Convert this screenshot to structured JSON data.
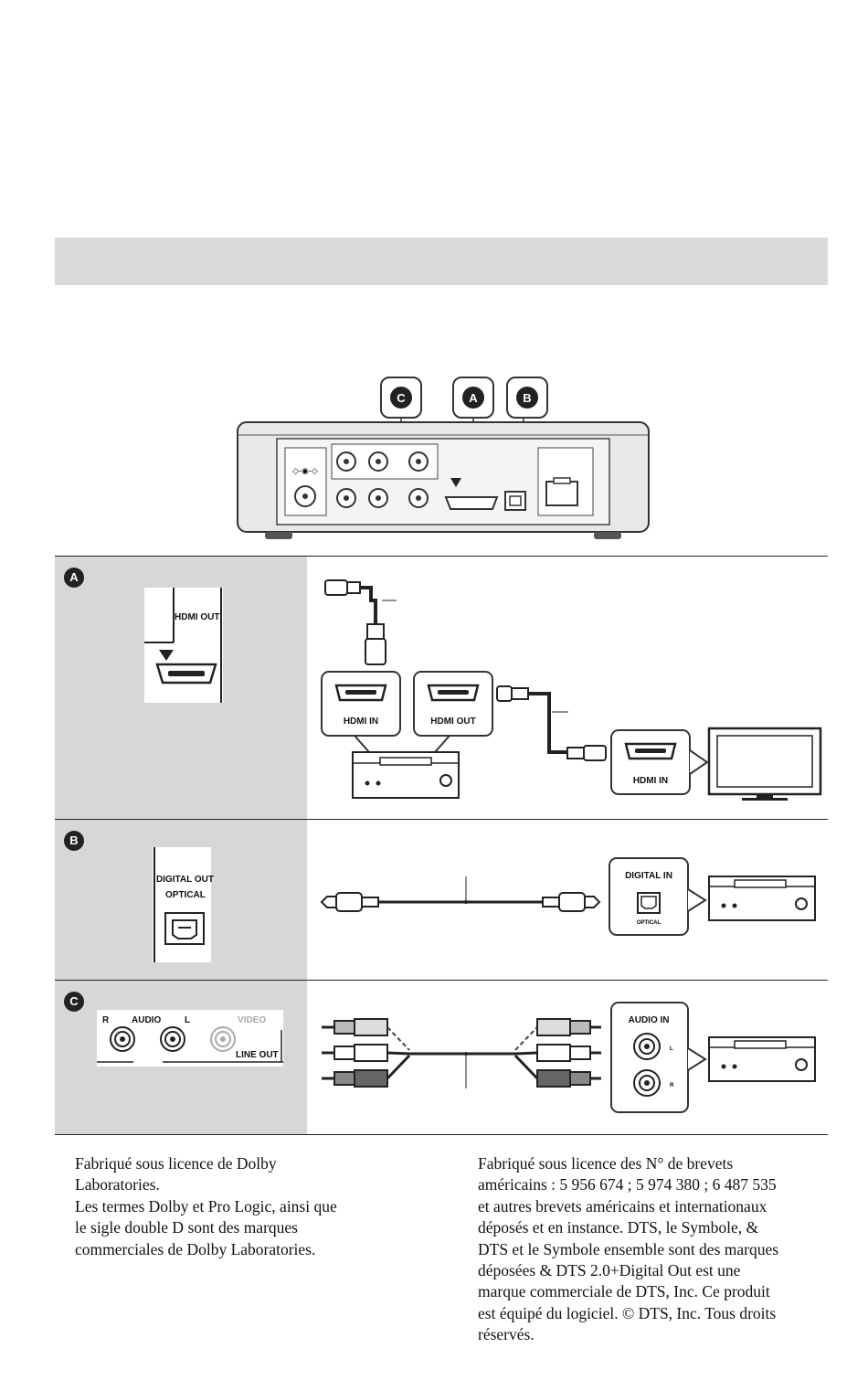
{
  "callouts": {
    "a": "A",
    "b": "B",
    "c": "C"
  },
  "panel_a": {
    "badge": "A",
    "player_port_label": "HDMI OUT",
    "avr_in_label": "HDMI IN",
    "avr_out_label": "HDMI OUT",
    "tv_in_label": "HDMI IN"
  },
  "panel_b": {
    "badge": "B",
    "player_port_label_line1": "DIGITAL OUT",
    "player_port_label_line2": "OPTICAL",
    "avr_in_label": "DIGITAL IN",
    "avr_in_sublabel": "OPTICAL"
  },
  "panel_c": {
    "badge": "C",
    "label_r": "R",
    "label_audio": "AUDIO",
    "label_l": "L",
    "label_video": "VIDEO",
    "label_line_out": "LINE OUT",
    "avr_in_label": "AUDIO IN",
    "avr_in_l": "L",
    "avr_in_r": "R"
  },
  "footer": {
    "left": [
      "Fabriqué sous licence de Dolby",
      "Laboratories.",
      "Les termes Dolby et Pro Logic, ainsi que",
      "le sigle double D sont des marques",
      "commerciales de Dolby Laboratories."
    ],
    "right": [
      "Fabriqué sous licence des N° de brevets",
      "américains : 5 956 674 ; 5 974 380 ; 6 487 535",
      "et autres brevets américains et internationaux",
      "déposés et en instance. DTS, le Symbole, &",
      "DTS et le Symbole ensemble sont des marques",
      "déposées & DTS 2.0+Digital Out est une",
      "marque commerciale de DTS, Inc. Ce produit",
      "est équipé du logiciel. © DTS, Inc. Tous droits",
      "réservés."
    ]
  }
}
